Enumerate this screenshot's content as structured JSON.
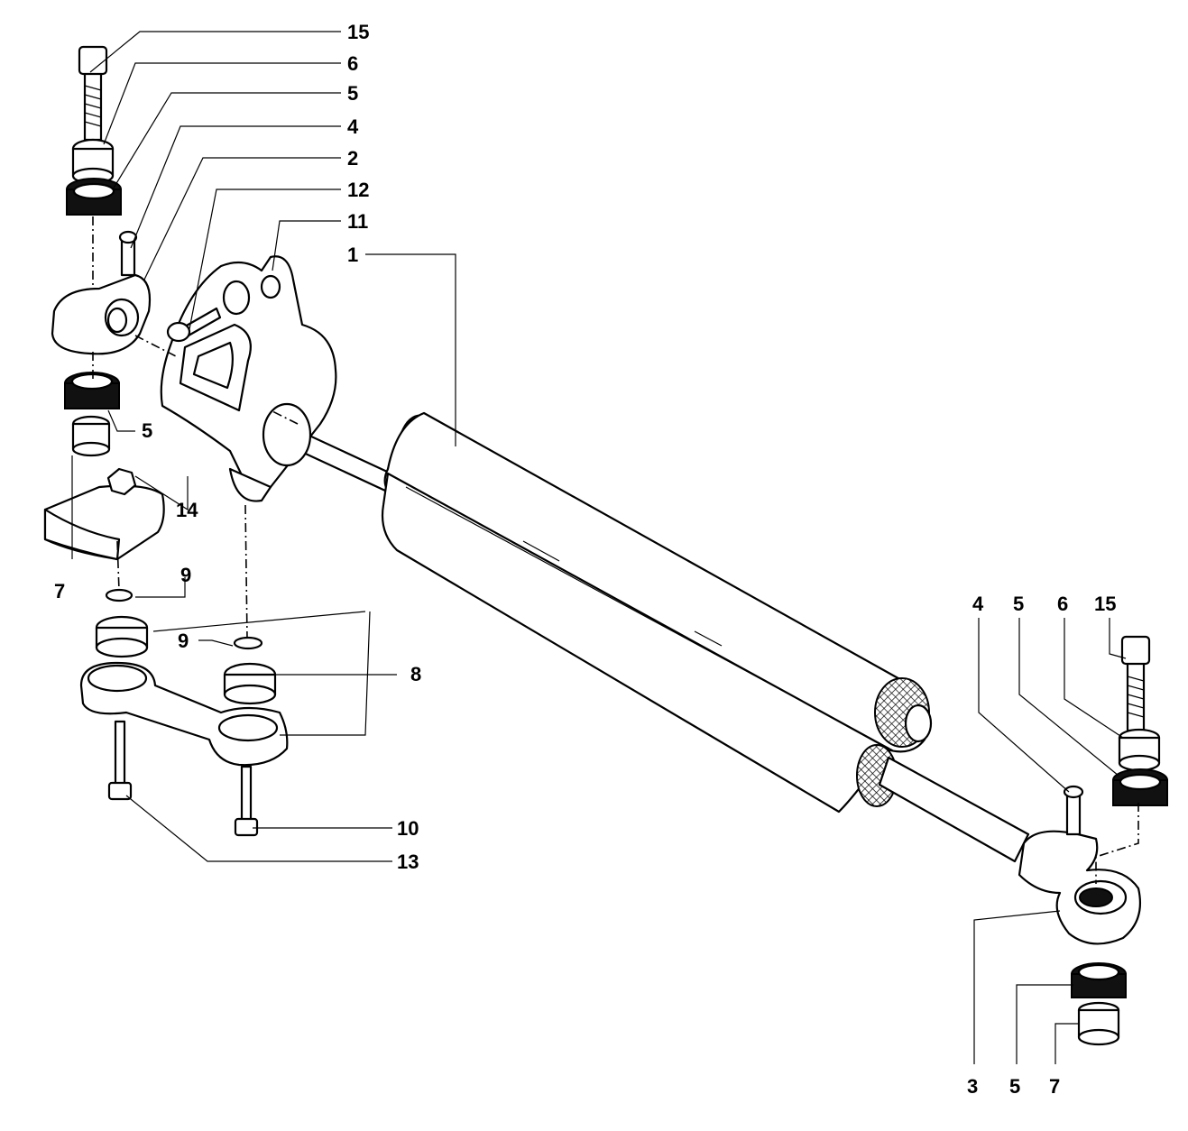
{
  "callouts": {
    "c15a": "15",
    "c6a": "6",
    "c5a": "5",
    "c4a": "4",
    "c2": "2",
    "c12": "12",
    "c11": "11",
    "c1": "1",
    "c5b": "5",
    "c14": "14",
    "c7a": "7",
    "c9a": "9",
    "c9b": "9",
    "c8": "8",
    "c10": "10",
    "c13": "13",
    "c4b": "4",
    "c5c": "5",
    "c6b": "6",
    "c15b": "15",
    "c3": "3",
    "c5d": "5",
    "c7b": "7"
  }
}
